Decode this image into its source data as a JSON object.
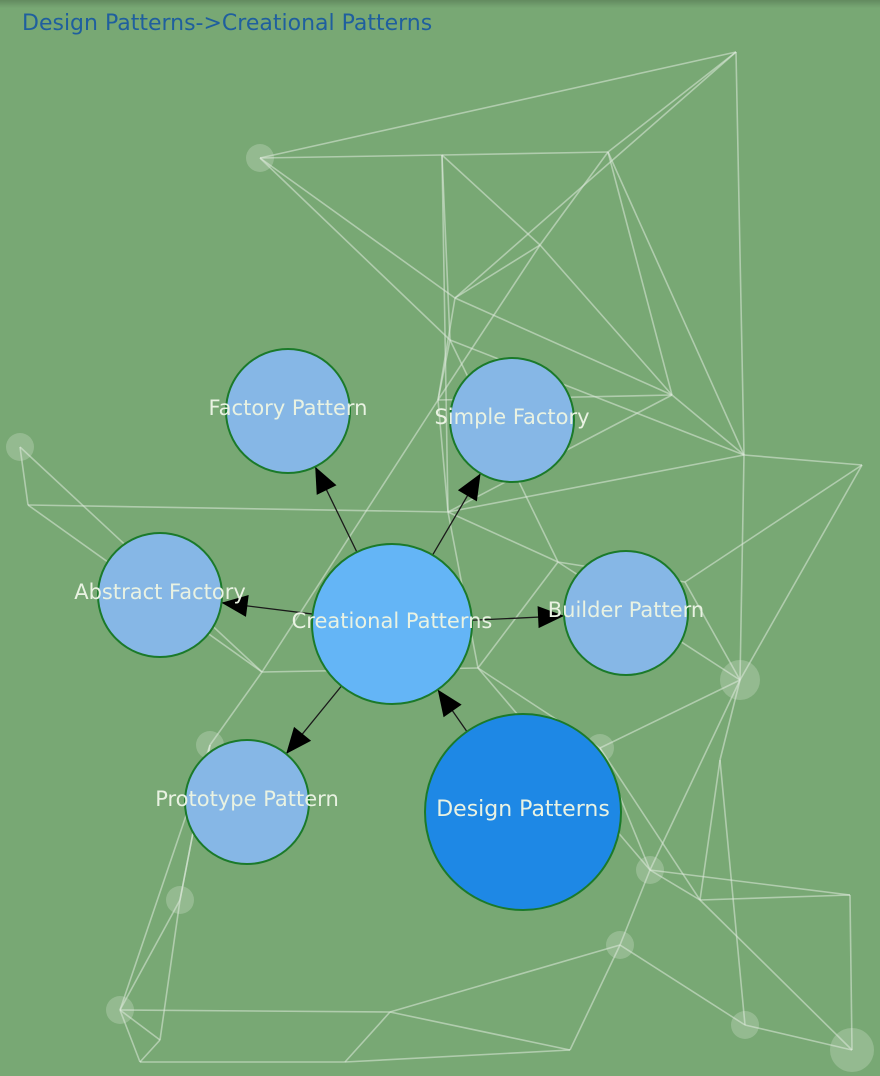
{
  "breadcrumb": "Design Patterns->Creational Patterns",
  "colors": {
    "background": "#78a874",
    "web_line": "#dfe9dc",
    "node_stroke": "#1b7a2a",
    "node_root": "#1e88e5",
    "node_current": "#64b5f6",
    "node_child": "#86b7e6",
    "arrow": "#000000",
    "label_text": "#e9f2e2",
    "breadcrumb_text": "#1f5f9e"
  },
  "nodes": {
    "root": {
      "label": "Design Patterns"
    },
    "current": {
      "label": "Creational Patterns"
    },
    "factory": {
      "label": "Factory Pattern"
    },
    "simple": {
      "label": "Simple Factory"
    },
    "abstract": {
      "label": "Abstract Factory"
    },
    "builder": {
      "label": "Builder Pattern"
    },
    "prototype": {
      "label": "Prototype Pattern"
    }
  },
  "edges": [
    {
      "from": "root",
      "to": "current"
    },
    {
      "from": "current",
      "to": "factory"
    },
    {
      "from": "current",
      "to": "simple"
    },
    {
      "from": "current",
      "to": "abstract"
    },
    {
      "from": "current",
      "to": "builder"
    },
    {
      "from": "current",
      "to": "prototype"
    }
  ]
}
